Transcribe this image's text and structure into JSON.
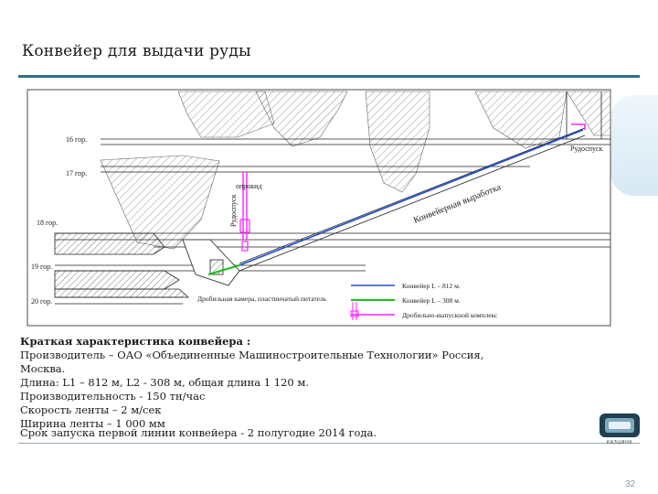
{
  "title": "Конвейер для выдачи руды",
  "diagram": {
    "labels": {
      "level16": "16 гор.",
      "level17": "17 гор.",
      "level18": "18 гор.",
      "level19": "19 гор.",
      "level20": "20 гор.",
      "rudospusk": "Рудоспуск",
      "rudospusk_vertical": "Рудоспуск",
      "openork": "опрокид",
      "conveyor_drift": "Конвейерная выработка",
      "crusher": "Дробильная камера, пластинчатый питатель"
    },
    "legend": [
      {
        "label": "Конвейер L – 812 м.",
        "color": "#1f4fd1"
      },
      {
        "label": "Конвейер L – 308 м.",
        "color": "#18c21b"
      },
      {
        "label": "Дробильно-выпускной комплекс",
        "color": "#ff22ff"
      }
    ]
  },
  "characteristics": {
    "heading": "Краткая характеристика конвейера :",
    "lines": [
      "Производитель – ОАО «Объединенные Машиностроительные Технологии» Россия, Москва.",
      "Длина: L1 – 812 м, L2 - 308 м, общая длина 1 120 м.",
      "Производительность - 150 тн/час",
      "Скорость ленты – 2 м/сек",
      "Ширина ленты – 1 000 мм"
    ]
  },
  "launch": "Срок запуска первой линии конвейера - 2 полугодие 2014 года.",
  "logo_text": "КАЗЦИНК",
  "page_number": "32"
}
